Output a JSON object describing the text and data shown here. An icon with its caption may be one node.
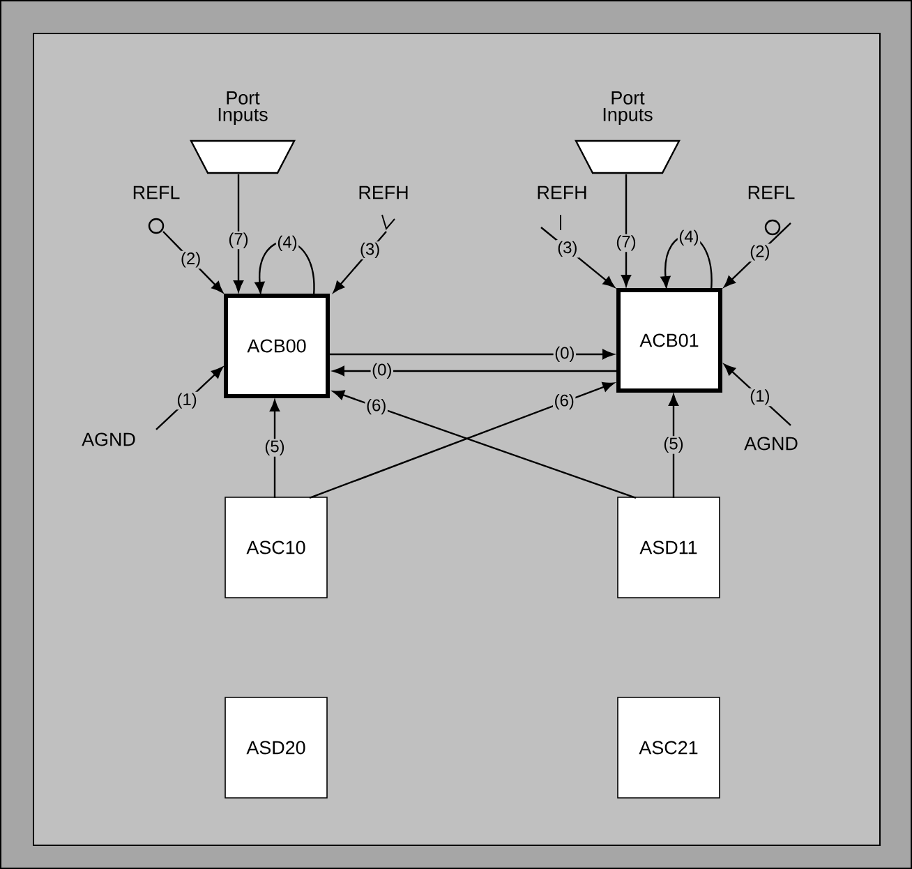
{
  "diagram": {
    "nodes": [
      {
        "text": [
          "Port Inputs"
        ]
      },
      {
        "text": [
          "Port Inputs"
        ]
      },
      {
        "text": [
          "REFL"
        ]
      },
      {
        "text": [
          "REFH"
        ]
      },
      {
        "text": [
          "REFH"
        ]
      },
      {
        "text": [
          "REFL"
        ]
      },
      {
        "text": [
          "ACB00"
        ]
      },
      {
        "text": [
          "ACB01"
        ]
      },
      {
        "text": [
          "AGND"
        ]
      },
      {
        "text": [
          "AGND"
        ]
      },
      {
        "text": [
          "ASC10"
        ]
      },
      {
        "text": [
          "ASD11"
        ]
      },
      {
        "text": [
          "ASD20"
        ]
      },
      {
        "text": [
          "ASC21"
        ]
      }
    ],
    "edges": [
      {
        "from": 0,
        "to": 6,
        "arrow": "to",
        "label": "(7)"
      },
      {
        "from": 2,
        "to": 6,
        "arrow": "to",
        "label": "(2)"
      },
      {
        "from": 3,
        "to": 6,
        "arrow": "to",
        "label": "(3)"
      },
      {
        "from": 6,
        "to": 6,
        "arrow": "to",
        "label": "(4)"
      },
      {
        "from": 8,
        "to": 6,
        "arrow": "to",
        "label": "(1)"
      },
      {
        "from": 6,
        "to": 7,
        "arrow": "to",
        "label": "(0)"
      },
      {
        "from": 7,
        "to": 6,
        "arrow": "to",
        "label": "(0)"
      },
      {
        "from": 11,
        "to": 6,
        "arrow": "to",
        "label": "(6)"
      },
      {
        "from": 10,
        "to": 6,
        "arrow": "to",
        "label": "(5)"
      },
      {
        "from": 1,
        "to": 7,
        "arrow": "to",
        "label": "(7)"
      },
      {
        "from": 4,
        "to": 7,
        "arrow": "to",
        "label": "(3)"
      },
      {
        "from": 7,
        "to": 7,
        "arrow": "to",
        "label": "(4)"
      },
      {
        "from": 5,
        "to": 7,
        "arrow": "to",
        "label": "(2)"
      },
      {
        "from": 9,
        "to": 7,
        "arrow": "to",
        "label": "(1)"
      },
      {
        "from": 10,
        "to": 7,
        "arrow": "to",
        "label": "(6)"
      },
      {
        "from": 11,
        "to": 7,
        "arrow": "to",
        "label": "(5)"
      }
    ]
  }
}
